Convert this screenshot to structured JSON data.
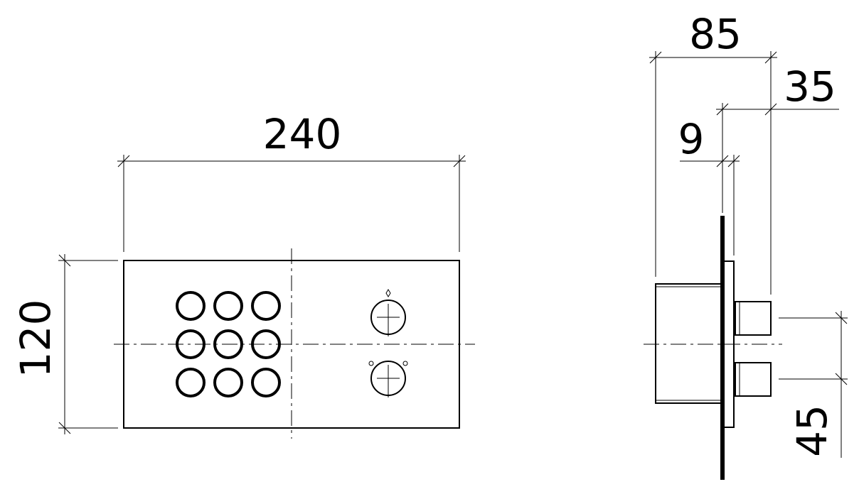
{
  "dimensions": {
    "width": "240",
    "height": "120",
    "depth_total": "85",
    "depth_rear": "35",
    "plate_offset": "9",
    "spacing": "45"
  },
  "front_view": {
    "button_rows": 3,
    "button_cols": 3,
    "knob_count": 2
  },
  "colors": {
    "line": "#000000",
    "background": "#ffffff"
  }
}
